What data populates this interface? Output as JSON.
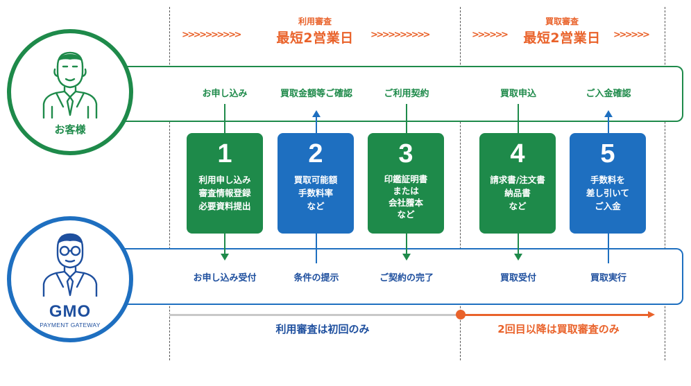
{
  "phases": [
    {
      "sub": "利用審査",
      "main": "最短2営業日"
    },
    {
      "sub": "買取審査",
      "main": "最短2営業日"
    }
  ],
  "actors": {
    "customer": {
      "label": "お客様",
      "icon": "customer-icon"
    },
    "gmo": {
      "logo": "GMO",
      "sub": "PAYMENT GATEWAY",
      "icon": "gmo-staff-icon"
    }
  },
  "customer_actions": [
    "お申し込み",
    "買取金額等ご確認",
    "ご利用契約",
    "買取申込",
    "ご入金確認"
  ],
  "gmo_actions": [
    "お申し込み受付",
    "条件の提示",
    "ご契約の完了",
    "買取受付",
    "買取実行"
  ],
  "steps": [
    {
      "num": "1",
      "lines": [
        "利用申し込み",
        "審査情報登録",
        "必要資料提出"
      ],
      "color": "green",
      "direction": "down"
    },
    {
      "num": "2",
      "lines": [
        "買取可能額",
        "手数料率",
        "など"
      ],
      "color": "blue",
      "direction": "up"
    },
    {
      "num": "3",
      "lines": [
        "印鑑証明書",
        "または",
        "会社謄本",
        "など"
      ],
      "color": "green",
      "direction": "down"
    },
    {
      "num": "4",
      "lines": [
        "請求書/注文書",
        "納品書",
        "など"
      ],
      "color": "green",
      "direction": "down"
    },
    {
      "num": "5",
      "lines": [
        "手数料を",
        "差し引いて",
        "ご入金"
      ],
      "color": "blue",
      "direction": "up"
    }
  ],
  "notes": {
    "first": "利用審査は初回のみ",
    "after": "2回目以降は買取審査のみ"
  },
  "colors": {
    "green": "#1e8a4a",
    "blue": "#1e6fc0",
    "orange": "#e9622a",
    "navy": "#1e4f9e",
    "gray": "#c8c8c8"
  }
}
